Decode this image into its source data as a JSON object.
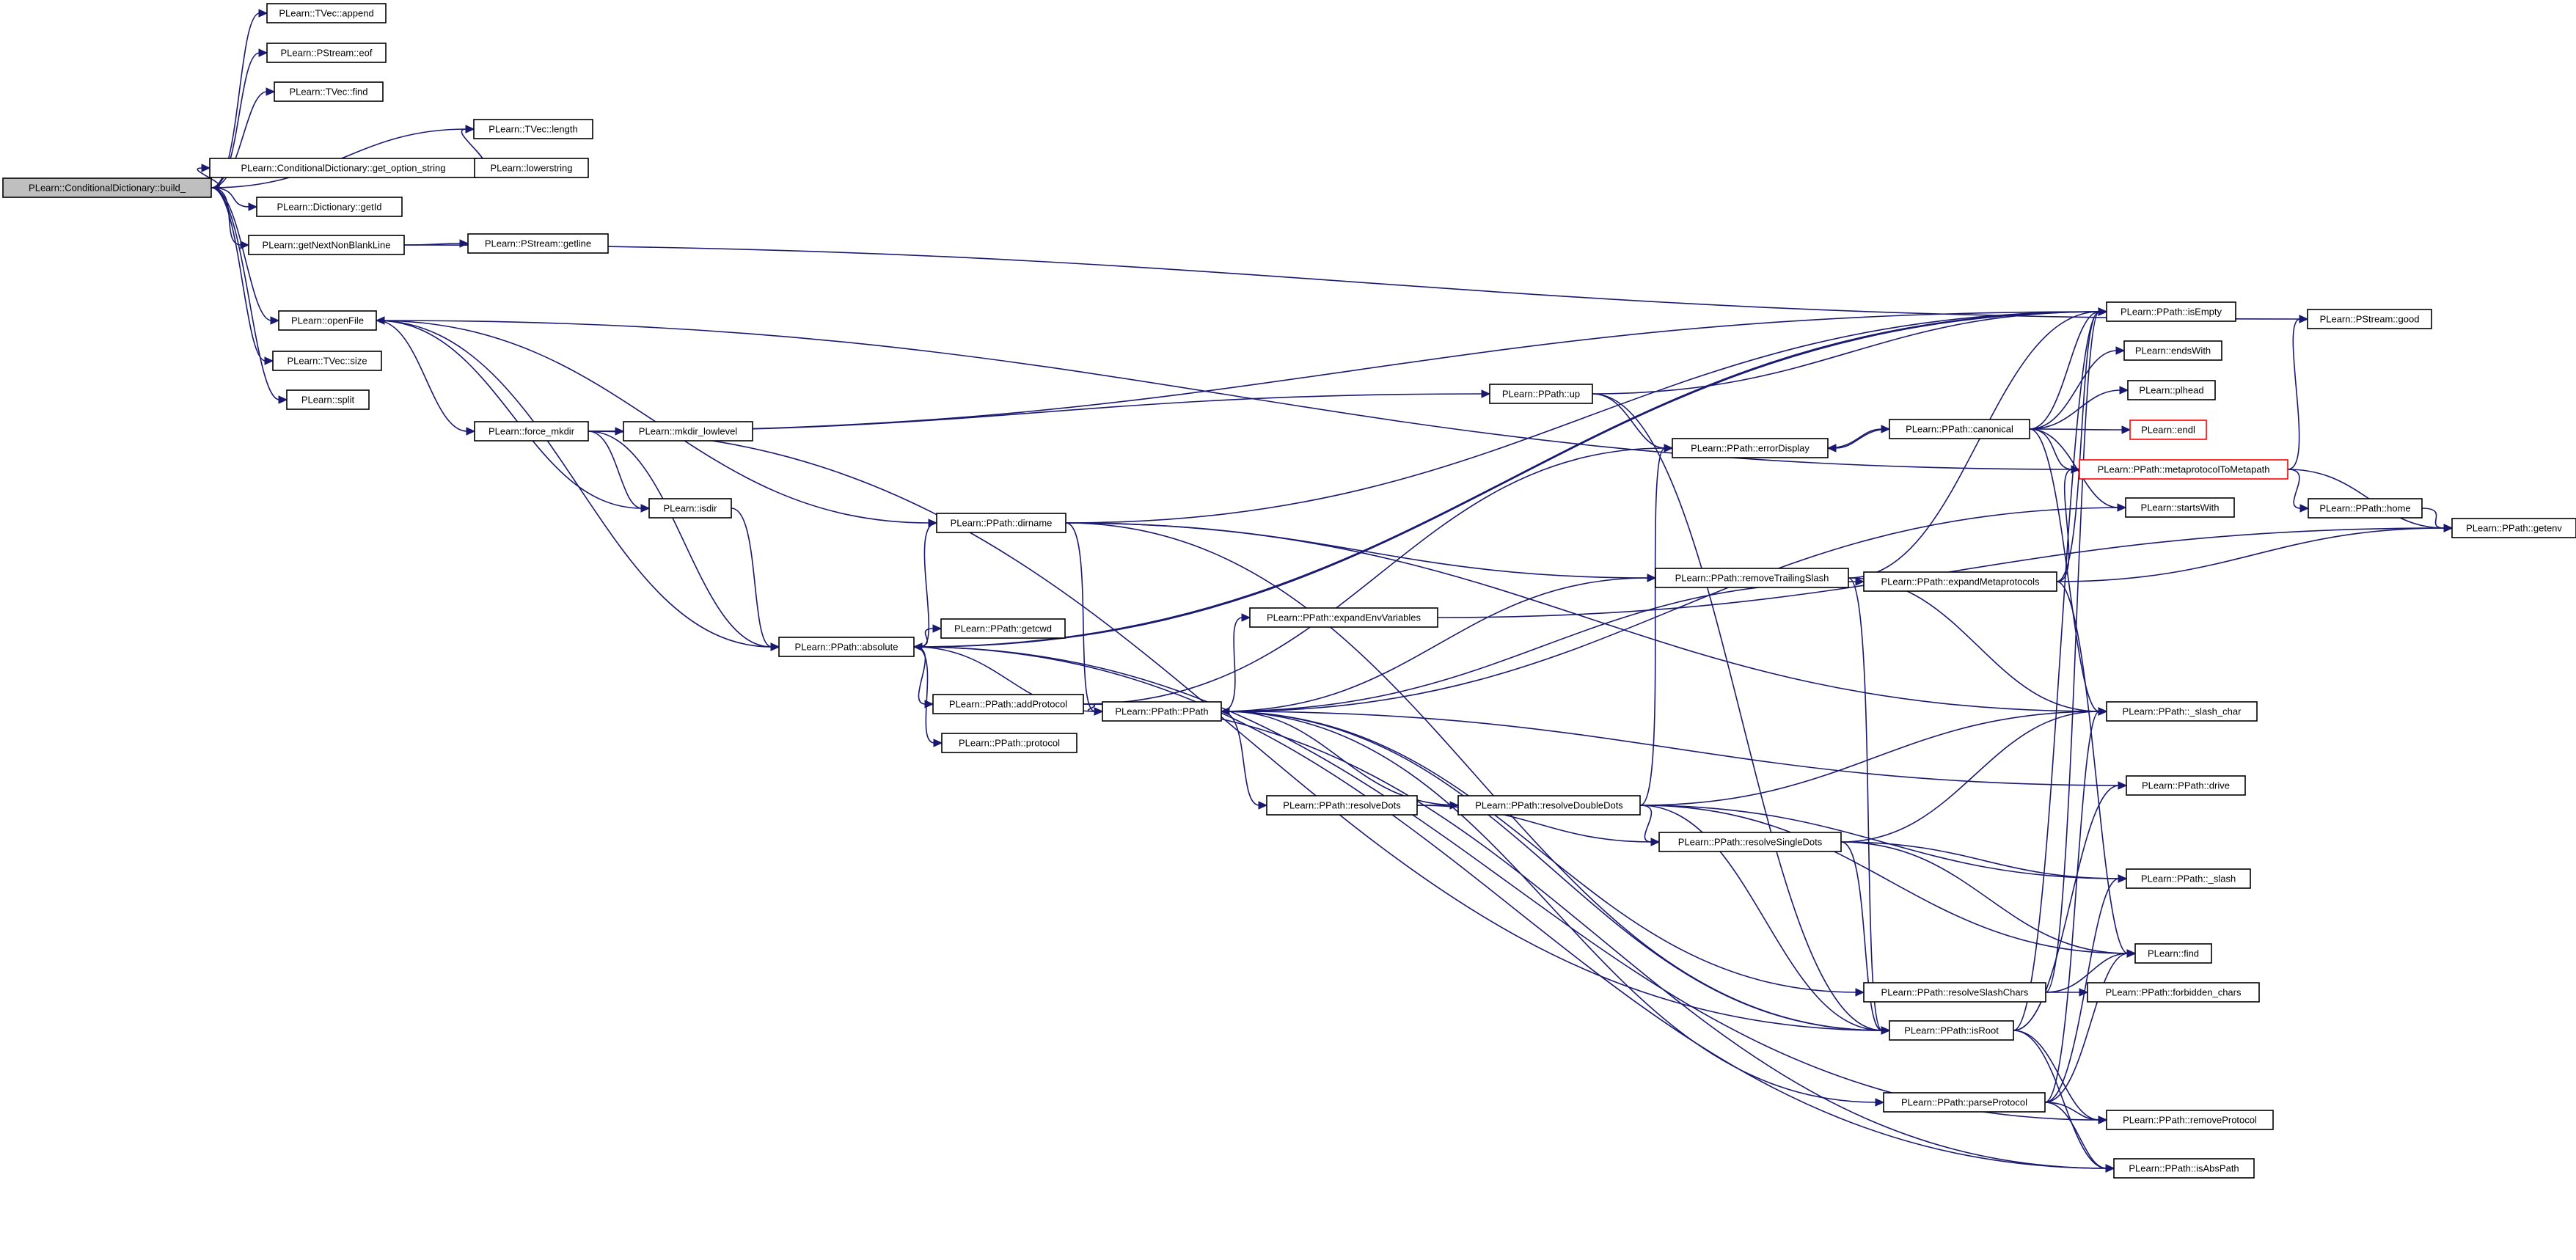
{
  "graph": {
    "nodes": [
      {
        "id": "build",
        "label": "PLearn::ConditionalDictionary::build_",
        "kind": "root"
      },
      {
        "id": "append",
        "label": "PLearn::TVec::append"
      },
      {
        "id": "eof",
        "label": "PLearn::PStream::eof"
      },
      {
        "id": "tvfind",
        "label": "PLearn::TVec::find"
      },
      {
        "id": "length",
        "label": "PLearn::TVec::length"
      },
      {
        "id": "getopt",
        "label": "PLearn::ConditionalDictionary::get_option_string"
      },
      {
        "id": "lowerstring",
        "label": "PLearn::lowerstring"
      },
      {
        "id": "getid",
        "label": "PLearn::Dictionary::getId"
      },
      {
        "id": "getnext",
        "label": "PLearn::getNextNonBlankLine"
      },
      {
        "id": "getline",
        "label": "PLearn::PStream::getline"
      },
      {
        "id": "good",
        "label": "PLearn::PStream::good"
      },
      {
        "id": "openfile",
        "label": "PLearn::openFile"
      },
      {
        "id": "size",
        "label": "PLearn::TVec::size"
      },
      {
        "id": "split",
        "label": "PLearn::split"
      },
      {
        "id": "forcemkdir",
        "label": "PLearn::force_mkdir"
      },
      {
        "id": "mkdirlow",
        "label": "PLearn::mkdir_lowlevel"
      },
      {
        "id": "isdir",
        "label": "PLearn::isdir"
      },
      {
        "id": "dirname",
        "label": "PLearn::PPath::dirname"
      },
      {
        "id": "absolute",
        "label": "PLearn::PPath::absolute"
      },
      {
        "id": "getcwd",
        "label": "PLearn::PPath::getcwd"
      },
      {
        "id": "addprotocol",
        "label": "PLearn::PPath::addProtocol"
      },
      {
        "id": "protocol",
        "label": "PLearn::PPath::protocol"
      },
      {
        "id": "ppath",
        "label": "PLearn::PPath::PPath"
      },
      {
        "id": "expandenv",
        "label": "PLearn::PPath::expandEnvVariables"
      },
      {
        "id": "resolvedots",
        "label": "PLearn::PPath::resolveDots"
      },
      {
        "id": "up",
        "label": "PLearn::PPath::up"
      },
      {
        "id": "errordisplay",
        "label": "PLearn::PPath::errorDisplay"
      },
      {
        "id": "removetrailing",
        "label": "PLearn::PPath::removeTrailingSlash"
      },
      {
        "id": "resolvedoubledots",
        "label": "PLearn::PPath::resolveDoubleDots"
      },
      {
        "id": "resolvesingledots",
        "label": "PLearn::PPath::resolveSingleDots"
      },
      {
        "id": "canonical",
        "label": "PLearn::PPath::canonical"
      },
      {
        "id": "expandmeta",
        "label": "PLearn::PPath::expandMetaprotocols"
      },
      {
        "id": "resolveslash",
        "label": "PLearn::PPath::resolveSlashChars"
      },
      {
        "id": "isroot",
        "label": "PLearn::PPath::isRoot"
      },
      {
        "id": "parseprotocol",
        "label": "PLearn::PPath::parseProtocol"
      },
      {
        "id": "isempty",
        "label": "PLearn::PPath::isEmpty"
      },
      {
        "id": "endswith",
        "label": "PLearn::endsWith"
      },
      {
        "id": "plhead",
        "label": "PLearn::plhead"
      },
      {
        "id": "endl",
        "label": "PLearn::endl",
        "kind": "truncated"
      },
      {
        "id": "metaproto",
        "label": "PLearn::PPath::metaprotocolToMetapath",
        "kind": "truncated"
      },
      {
        "id": "startswith",
        "label": "PLearn::startsWith"
      },
      {
        "id": "slashchar",
        "label": "PLearn::PPath::_slash_char"
      },
      {
        "id": "drive",
        "label": "PLearn::PPath::drive"
      },
      {
        "id": "slash",
        "label": "PLearn::PPath::_slash"
      },
      {
        "id": "find",
        "label": "PLearn::find"
      },
      {
        "id": "forbidden",
        "label": "PLearn::PPath::forbidden_chars"
      },
      {
        "id": "removeprotocol",
        "label": "PLearn::PPath::removeProtocol"
      },
      {
        "id": "isabspath",
        "label": "PLearn::PPath::isAbsPath"
      },
      {
        "id": "home",
        "label": "PLearn::PPath::home"
      },
      {
        "id": "getenv",
        "label": "PLearn::PPath::getenv"
      }
    ],
    "edges": [
      [
        "build",
        "append"
      ],
      [
        "build",
        "eof"
      ],
      [
        "build",
        "tvfind"
      ],
      [
        "build",
        "length"
      ],
      [
        "build",
        "getopt"
      ],
      [
        "build",
        "getid"
      ],
      [
        "build",
        "getnext"
      ],
      [
        "build",
        "openfile"
      ],
      [
        "build",
        "size"
      ],
      [
        "build",
        "split"
      ],
      [
        "getopt",
        "length"
      ],
      [
        "getopt",
        "lowerstring"
      ],
      [
        "getnext",
        "getline"
      ],
      [
        "getnext",
        "good"
      ],
      [
        "openfile",
        "forcemkdir"
      ],
      [
        "openfile",
        "isdir"
      ],
      [
        "openfile",
        "dirname"
      ],
      [
        "openfile",
        "absolute"
      ],
      [
        "forcemkdir",
        "mkdirlow"
      ],
      [
        "forcemkdir",
        "isdir"
      ],
      [
        "forcemkdir",
        "absolute"
      ],
      [
        "forcemkdir",
        "up"
      ],
      [
        "forcemkdir",
        "isempty"
      ],
      [
        "forcemkdir",
        "isroot"
      ],
      [
        "isdir",
        "absolute"
      ],
      [
        "dirname",
        "ppath"
      ],
      [
        "dirname",
        "removetrailing"
      ],
      [
        "dirname",
        "isempty"
      ],
      [
        "dirname",
        "isroot"
      ],
      [
        "dirname",
        "slashchar"
      ],
      [
        "dirname",
        "absolute"
      ],
      [
        "absolute",
        "getcwd"
      ],
      [
        "absolute",
        "addprotocol"
      ],
      [
        "absolute",
        "protocol"
      ],
      [
        "absolute",
        "ppath"
      ],
      [
        "absolute",
        "isempty"
      ],
      [
        "absolute",
        "isabspath"
      ],
      [
        "absolute",
        "removeprotocol"
      ],
      [
        "addprotocol",
        "ppath"
      ],
      [
        "addprotocol",
        "errordisplay"
      ],
      [
        "addprotocol",
        "isabspath"
      ],
      [
        "ppath",
        "expandenv"
      ],
      [
        "ppath",
        "resolvedots"
      ],
      [
        "ppath",
        "expandmeta"
      ],
      [
        "ppath",
        "resolveslash"
      ],
      [
        "ppath",
        "isroot"
      ],
      [
        "ppath",
        "parseprotocol"
      ],
      [
        "ppath",
        "removetrailing"
      ],
      [
        "expandenv",
        "getenv"
      ],
      [
        "resolvedots",
        "resolvedoubledots"
      ],
      [
        "resolvedots",
        "resolvesingledots"
      ],
      [
        "up",
        "errordisplay"
      ],
      [
        "up",
        "isempty"
      ],
      [
        "up",
        "isroot"
      ],
      [
        "errordisplay",
        "canonical"
      ],
      [
        "removetrailing",
        "isempty"
      ],
      [
        "removetrailing",
        "isroot"
      ],
      [
        "removetrailing",
        "slashchar"
      ],
      [
        "resolvedoubledots",
        "ppath"
      ],
      [
        "resolvedoubledots",
        "errordisplay"
      ],
      [
        "resolvedoubledots",
        "resolvesingledots"
      ],
      [
        "resolvedoubledots",
        "isroot"
      ],
      [
        "resolvedoubledots",
        "slashchar"
      ],
      [
        "resolvedoubledots",
        "slash"
      ],
      [
        "resolvedoubledots",
        "find"
      ],
      [
        "resolvesingledots",
        "slashchar"
      ],
      [
        "resolvesingledots",
        "slash"
      ],
      [
        "resolvesingledots",
        "find"
      ],
      [
        "resolvesingledots",
        "isroot"
      ],
      [
        "canonical",
        "isempty"
      ],
      [
        "canonical",
        "endswith"
      ],
      [
        "canonical",
        "plhead"
      ],
      [
        "canonical",
        "endl"
      ],
      [
        "canonical",
        "metaproto"
      ],
      [
        "canonical",
        "startswith"
      ],
      [
        "canonical",
        "slashchar"
      ],
      [
        "canonical",
        "errordisplay"
      ],
      [
        "expandmeta",
        "isempty"
      ],
      [
        "expandmeta",
        "metaproto"
      ],
      [
        "expandmeta",
        "getenv"
      ],
      [
        "expandmeta",
        "find"
      ],
      [
        "resolveslash",
        "isempty"
      ],
      [
        "resolveslash",
        "forbidden"
      ],
      [
        "resolveslash",
        "find"
      ],
      [
        "isroot",
        "isempty"
      ],
      [
        "isroot",
        "drive"
      ],
      [
        "isroot",
        "removeprotocol"
      ],
      [
        "isroot",
        "isabspath"
      ],
      [
        "parseprotocol",
        "slash"
      ],
      [
        "parseprotocol",
        "find"
      ],
      [
        "parseprotocol",
        "removeprotocol"
      ],
      [
        "parseprotocol",
        "isabspath"
      ],
      [
        "parseprotocol",
        "slashchar"
      ],
      [
        "metaproto",
        "home"
      ],
      [
        "metaproto",
        "getenv"
      ],
      [
        "metaproto",
        "good"
      ],
      [
        "metaproto",
        "openfile"
      ],
      [
        "home",
        "getenv"
      ],
      [
        "drive",
        "ppath"
      ],
      [
        "isempty",
        "absolute"
      ],
      [
        "startswith",
        "ppath"
      ]
    ]
  }
}
